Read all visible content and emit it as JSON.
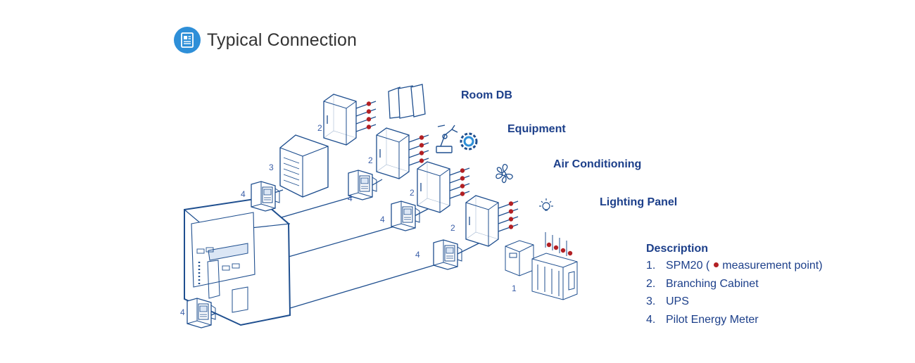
{
  "header": {
    "title": "Typical Connection",
    "icon": "document-icon"
  },
  "categories": {
    "room_db": "Room DB",
    "equipment": "Equipment",
    "air_conditioning": "Air Conditioning",
    "lighting_panel": "Lighting Panel"
  },
  "callouts": {
    "one": "1",
    "two": "2",
    "three": "3",
    "four": "4"
  },
  "description": {
    "title": "Description",
    "items": [
      {
        "num": "1.",
        "pre": "SPM20 (",
        "post": "measurement point)"
      },
      {
        "num": "2.",
        "text": "Branching Cabinet"
      },
      {
        "num": "3.",
        "text": "UPS"
      },
      {
        "num": "4.",
        "text": "Pilot Energy Meter"
      }
    ]
  },
  "colors": {
    "line": "#1f4f8f",
    "marker": "#b22024",
    "icon_blue": "#2e8fd8",
    "text_blue": "#1c3f8a"
  }
}
